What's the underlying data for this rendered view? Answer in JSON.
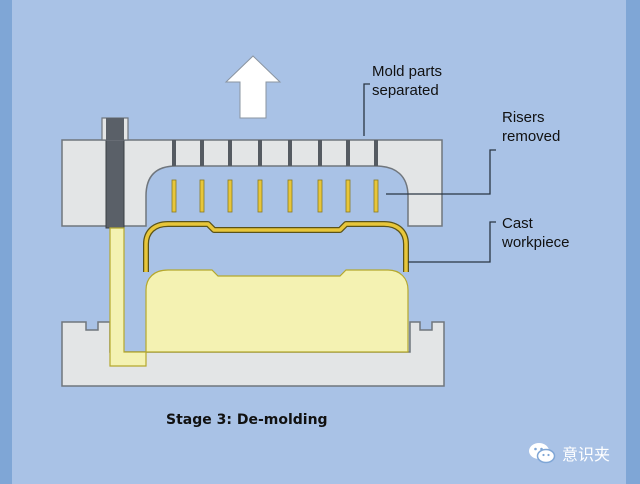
{
  "labels": {
    "mold_parts_separated": [
      "Mold parts",
      "separated"
    ],
    "risers_removed": [
      "Risers",
      "removed"
    ],
    "cast_workpiece": [
      "Cast",
      "workpiece"
    ]
  },
  "caption": "Stage 3: De-molding",
  "watermark": {
    "text": "意识夹",
    "icon": "wechat-icon"
  },
  "colors": {
    "background": "#7fa6d6",
    "panel": "#a9c2e6",
    "mold": "#e3e5e6",
    "mold_outline": "#70767d",
    "workpiece": "#f4f2b2",
    "workpiece_outline": "#b5a82e",
    "riser": "#e8c63a",
    "riser_outline": "#8a7a22",
    "vent": "#555b62",
    "arrow": "#ffffff"
  }
}
